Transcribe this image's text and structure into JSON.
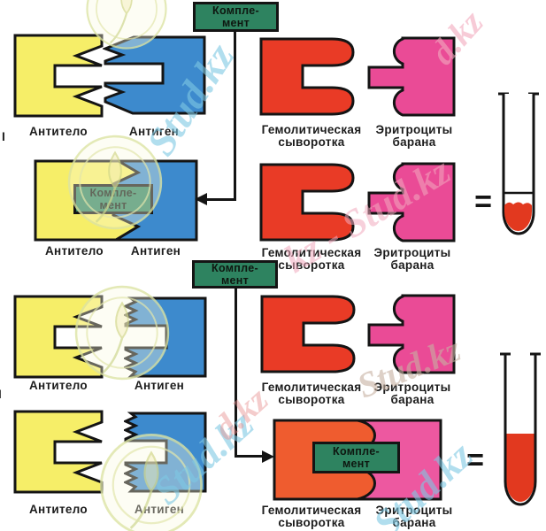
{
  "labels": {
    "antibody": "Антитело",
    "antigen": "Антиген",
    "serum_line1": "Гемолитическая",
    "serum_line2": "сыворотка",
    "rbc_line1": "Эритроциты",
    "rbc_line2": "барана",
    "complement_line1": "Компле-",
    "complement_line2": "мент",
    "equals": "=",
    "stage_numeral_1": "I",
    "stage_numeral_2": "II"
  },
  "watermarks": {
    "items": [
      {
        "text": "Stud.kz"
      },
      {
        "text": "d.kz"
      },
      {
        "text": "kz - Stud.kz"
      },
      {
        "text": "Stud.kz"
      },
      {
        "text": "Stud.kz"
      },
      {
        "text": "d.kz"
      },
      {
        "text": "Stud.kz"
      }
    ]
  },
  "colors": {
    "antibody_yellow": "#f6ee68",
    "antigen_blue": "#3d8acd",
    "serum_red": "#e93b26",
    "serum_red_orange": "#ef5c2f",
    "erythrocyte_pink": "#ea4b96",
    "erythrocyte_pink_bright": "#ed58a0",
    "complement_green": "#2e8360",
    "tube_liquid_red": "#e2391f",
    "outline_black": "#141414",
    "watermark_cyan": "#7ec9e4",
    "watermark_pink": "#f2aabe",
    "watermark_tan": "#c8b2a2",
    "watermark_red": "#e89090"
  }
}
